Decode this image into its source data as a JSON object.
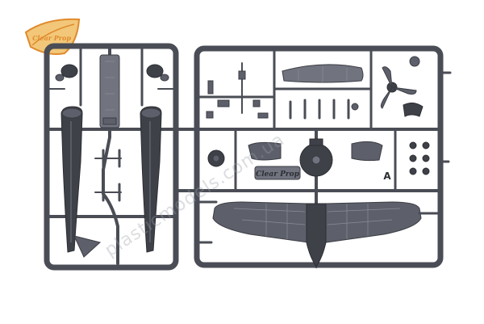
{
  "photo": {
    "subject": "sprue-frame",
    "colors": {
      "background": "#ffffff",
      "plastic": "#5d606a",
      "plastic_dark": "#3f4149",
      "logo_fill": "#f2c779",
      "logo_accent": "#e08a2c"
    }
  },
  "logo": {
    "text": "Clear Prop"
  },
  "sprue_mark": {
    "text": "Clear Prop",
    "letter": "A"
  },
  "watermark": {
    "text": "plasticmodels.com.ua"
  }
}
